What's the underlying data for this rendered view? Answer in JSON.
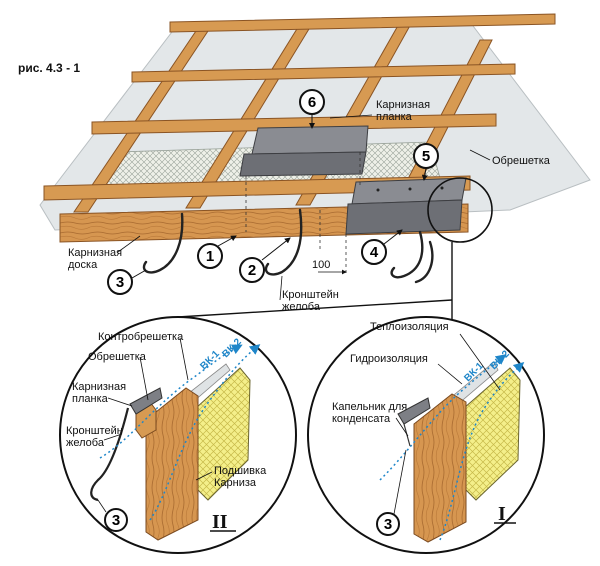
{
  "figure_label": "рис. 4.3 - 1",
  "labels": {
    "karniz_planka": [
      "Карнизная",
      "планка"
    ],
    "obreshetka": "Обрешетка",
    "karniz_doska": [
      "Карнизная",
      "доска"
    ],
    "kronshtein": [
      "Кронштейн",
      "желоба"
    ],
    "dimension": "100"
  },
  "callouts": [
    "1",
    "2",
    "3",
    "4",
    "5",
    "6"
  ],
  "detail_left": {
    "roman": "II",
    "kontrobreshetka": "Контробрешетка",
    "obreshetka": "Обрешетка",
    "karniz_planka": [
      "Карнизная",
      "планка"
    ],
    "kronshtein": [
      "Кронштейн",
      "желоба"
    ],
    "podshivka": [
      "Подшивка",
      "Карниза"
    ],
    "vk1": "ВК-1",
    "vk2": "ВК-2",
    "callout": "3"
  },
  "detail_right": {
    "roman": "I",
    "teploizolyaciya": "Теплоизоляция",
    "gidroizolyaciya": "Гидроизоляция",
    "kapelnik": [
      "Капельник для",
      "конденсата"
    ],
    "vk1": "ВК-1",
    "vk2": "ВК-2",
    "callout": "3"
  },
  "colors": {
    "wood": "#d79a52",
    "wood_dark": "#8a5424",
    "metal": "#7d7f85",
    "membrane": "#dfe3e5",
    "insulation": "#f3ee86",
    "arrow_blue": "#1f86c9"
  }
}
